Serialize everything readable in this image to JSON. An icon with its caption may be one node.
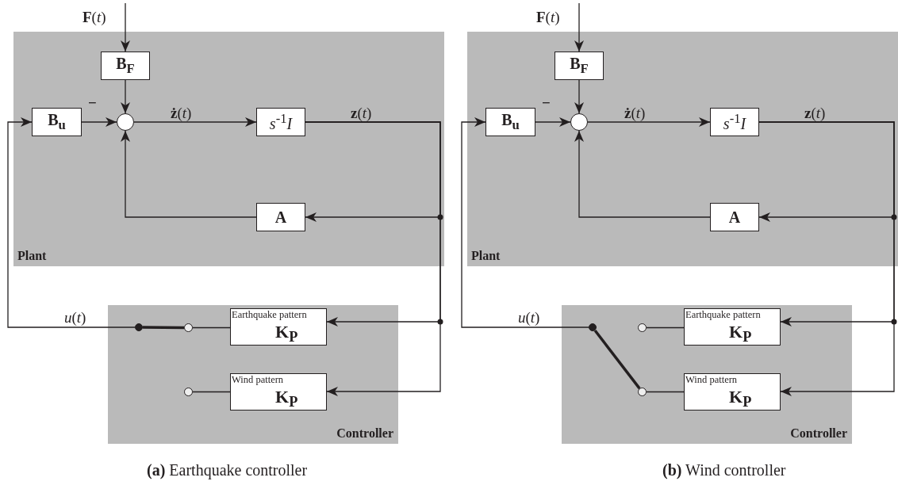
{
  "diagram": {
    "nodes": [
      {
        "text": [
          "Plant"
        ]
      },
      {
        "text": [
          "B$_{F}$"
        ],
        "in": 0
      },
      {
        "text": [
          "B$_{u}$"
        ],
        "in": 0
      },
      {
        "text": [],
        "shape": "circle",
        "in": 0
      },
      {
        "text": [
          "*s*$^{-1}$*I*"
        ],
        "in": 0
      },
      {
        "text": [
          "A"
        ],
        "in": 0
      },
      {
        "text": [
          "Controller"
        ]
      },
      {
        "text": [
          "Earthquake pattern",
          "K$_{P}$"
        ],
        "in": 6
      },
      {
        "text": [
          "Wind pattern",
          "K$_{P}$"
        ],
        "in": 6
      },
      {
        "text": [],
        "shape": "circle",
        "in": 6
      },
      {
        "text": [],
        "shape": "circle",
        "in": 6
      },
      {
        "text": [],
        "shape": "circle",
        "in": 6
      },
      {
        "text": [
          "Plant"
        ]
      },
      {
        "text": [
          "B$_{F}$"
        ],
        "in": 12
      },
      {
        "text": [
          "B$_{u}$"
        ],
        "in": 12
      },
      {
        "text": [],
        "shape": "circle",
        "in": 12
      },
      {
        "text": [
          "*s*$^{-1}$*I*"
        ],
        "in": 12
      },
      {
        "text": [
          "A"
        ],
        "in": 12
      },
      {
        "text": [
          "Controller"
        ]
      },
      {
        "text": [
          "Earthquake pattern",
          "K$_{P}$"
        ],
        "in": 18
      },
      {
        "text": [
          "Wind pattern",
          "K$_{P}$"
        ],
        "in": 18
      },
      {
        "text": [],
        "shape": "circle",
        "in": 18
      },
      {
        "text": [],
        "shape": "circle",
        "in": 18
      },
      {
        "text": [],
        "shape": "circle",
        "in": 18
      }
    ],
    "edges": [
      {
        "from": null,
        "to": 1,
        "arrow": "to",
        "label": "**F**(*t*)"
      },
      {
        "from": 1,
        "to": 3,
        "arrow": "to"
      },
      {
        "from": 2,
        "to": 3,
        "arrow": "to",
        "label": "−"
      },
      {
        "from": 3,
        "to": 4,
        "arrow": "to",
        "label": "**ż**(*t*)"
      },
      {
        "from": 5,
        "to": 3,
        "arrow": "to"
      },
      {
        "from": 4,
        "to": 5,
        "arrow": "to",
        "label": "**z**(*t*)"
      },
      {
        "from": 4,
        "to": 7,
        "arrow": "to"
      },
      {
        "from": 4,
        "to": 8,
        "arrow": "to"
      },
      {
        "from": 9,
        "to": 10,
        "arrow": "none",
        "style": "thick"
      },
      {
        "from": 10,
        "to": 7,
        "arrow": "none"
      },
      {
        "from": 11,
        "to": 8,
        "arrow": "none"
      },
      {
        "from": 9,
        "to": 2,
        "arrow": "to",
        "label": "*u*(*t*)"
      },
      {
        "from": null,
        "to": 13,
        "arrow": "to",
        "label": "**F**(*t*)"
      },
      {
        "from": 13,
        "to": 15,
        "arrow": "to"
      },
      {
        "from": 14,
        "to": 15,
        "arrow": "to",
        "label": "−"
      },
      {
        "from": 15,
        "to": 16,
        "arrow": "to",
        "label": "**ż**(*t*)"
      },
      {
        "from": 17,
        "to": 15,
        "arrow": "to"
      },
      {
        "from": 16,
        "to": 17,
        "arrow": "to",
        "label": "**z**(*t*)"
      },
      {
        "from": 16,
        "to": 19,
        "arrow": "to"
      },
      {
        "from": 16,
        "to": 20,
        "arrow": "to"
      },
      {
        "from": 21,
        "to": 23,
        "arrow": "none",
        "style": "thick"
      },
      {
        "from": 22,
        "to": 19,
        "arrow": "none"
      },
      {
        "from": 23,
        "to": 20,
        "arrow": "none"
      },
      {
        "from": 21,
        "to": 14,
        "arrow": "to",
        "label": "*u*(*t*)"
      }
    ],
    "labels": [
      "**(a)** Earthquake controller",
      "**(b)** Wind controller"
    ]
  }
}
